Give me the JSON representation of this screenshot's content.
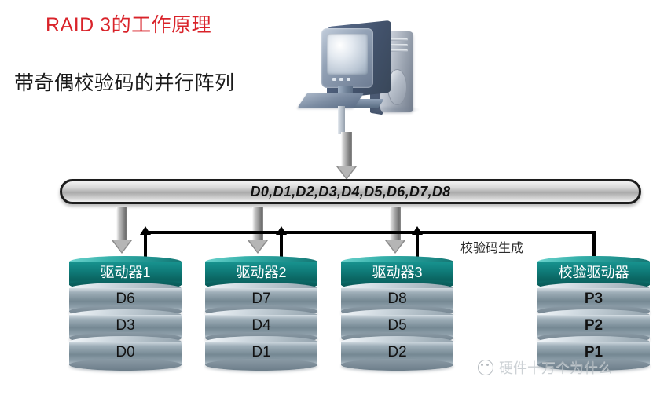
{
  "title": {
    "main": "RAID 3的工作原理",
    "sub": "带奇偶校验码的并行阵列",
    "main_color": "#d9232a"
  },
  "computer": {
    "label": "desktop-computer"
  },
  "data_bar": {
    "text": "D0,D1,D2,D3,D4,D5,D6,D7,D8"
  },
  "captions": {
    "parity_generation": "校验码生成"
  },
  "drives": [
    {
      "header": "驱动器1",
      "blocks": [
        "D6",
        "D3",
        "D0"
      ],
      "bold": false
    },
    {
      "header": "驱动器2",
      "blocks": [
        "D7",
        "D4",
        "D1"
      ],
      "bold": false
    },
    {
      "header": "驱动器3",
      "blocks": [
        "D8",
        "D5",
        "D2"
      ],
      "bold": false
    },
    {
      "header": "校验驱动器",
      "blocks": [
        "P3",
        "P2",
        "P1"
      ],
      "bold": true
    }
  ],
  "watermark": {
    "text": "硬件十万个为什么",
    "icon": "smiley-circle-icon"
  },
  "colors": {
    "drive_header_teal": "#0f7b78",
    "drive_body_gray": "#8fa0ab",
    "arrow_gray": "#8c8c8c",
    "line_black": "#000000"
  }
}
